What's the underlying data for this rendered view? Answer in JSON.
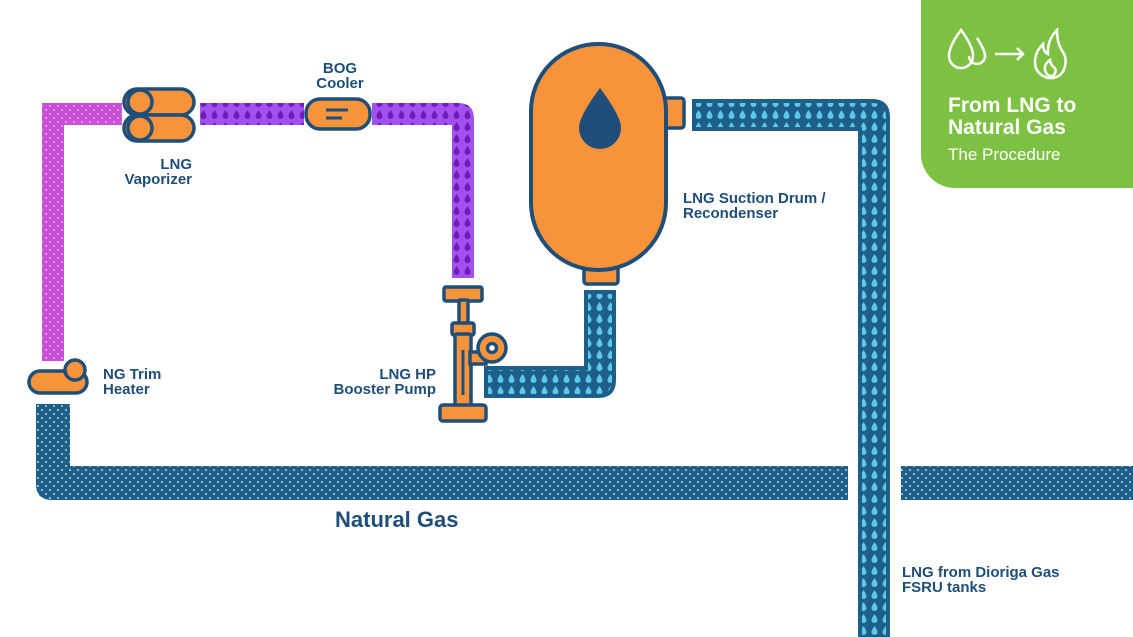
{
  "title": {
    "line1": "From LNG to",
    "line2": "Natural Gas",
    "subtitle": "The Procedure",
    "icons": [
      "water-drops-icon",
      "arrow-right-icon",
      "flame-icon"
    ]
  },
  "labels": {
    "bog_cooler": [
      "BOG",
      "Cooler"
    ],
    "lng_vaporizer": [
      "LNG",
      "Vaporizer"
    ],
    "ng_trim_heater": [
      "NG Trim",
      "Heater"
    ],
    "lng_hp_booster_pump": [
      "LNG HP",
      "Booster Pump"
    ],
    "suction_drum": [
      "LNG Suction Drum /",
      "Recondenser"
    ],
    "natural_gas": "Natural Gas",
    "lng_source": [
      "LNG from Dioriga Gas",
      "FSRU tanks"
    ]
  },
  "colors": {
    "navy": "#1f4e79",
    "pipe_blue": "#1e5f8a",
    "droplet_blue": "#5cc8ea",
    "orange": "#f7933a",
    "magenta": "#c94fd6",
    "violet": "#a44ff0",
    "green": "#7dc142"
  }
}
